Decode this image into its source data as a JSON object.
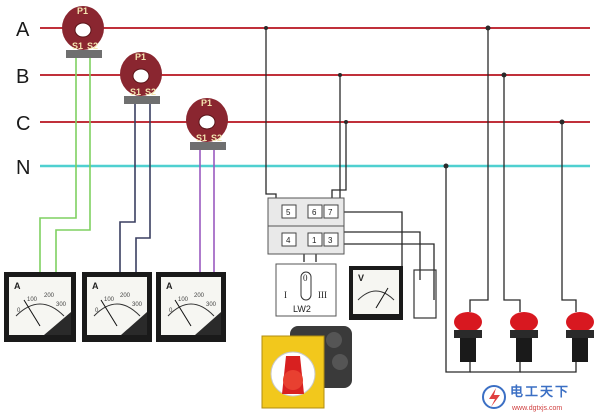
{
  "buses": [
    {
      "label": "A",
      "color": "#c0303a"
    },
    {
      "label": "B",
      "color": "#c0303a"
    },
    {
      "label": "C",
      "color": "#c0303a"
    },
    {
      "label": "N",
      "color": "#4fd0d0"
    }
  ],
  "current_transformers": [
    {
      "p_label": "P1",
      "s1_label": "S1",
      "s2_label": "S2"
    },
    {
      "p_label": "P1",
      "s1_label": "S1",
      "s2_label": "S2"
    },
    {
      "p_label": "P1",
      "s1_label": "S1",
      "s2_label": "S2"
    }
  ],
  "ammeters": [
    {
      "letter": "A",
      "ticks": [
        "0",
        "100",
        "200",
        "300"
      ]
    },
    {
      "letter": "A",
      "ticks": [
        "0",
        "100",
        "200",
        "300"
      ]
    },
    {
      "letter": "A",
      "ticks": [
        "0",
        "100",
        "200",
        "300"
      ]
    }
  ],
  "terminal_block": {
    "top_row": [
      "5",
      "6",
      "7"
    ],
    "bottom_row": [
      "4",
      "1",
      "3"
    ]
  },
  "switch_diagram": {
    "positions": [
      "I",
      "0",
      "III"
    ],
    "label": "LW2"
  },
  "voltmeter": {
    "letter": "V"
  },
  "watermark": {
    "title": "电工天下",
    "url": "www.dgtxjs.com"
  },
  "colors": {
    "phase_wire": "#c0303a",
    "neutral_wire": "#4fd0d0",
    "ct_secondary_a": "#7fd060",
    "ct_secondary_b": "#3a3f60",
    "ct_secondary_c": "#9a5ac0",
    "ct_body": "#8a2630",
    "indicator_light": "#d81820"
  }
}
